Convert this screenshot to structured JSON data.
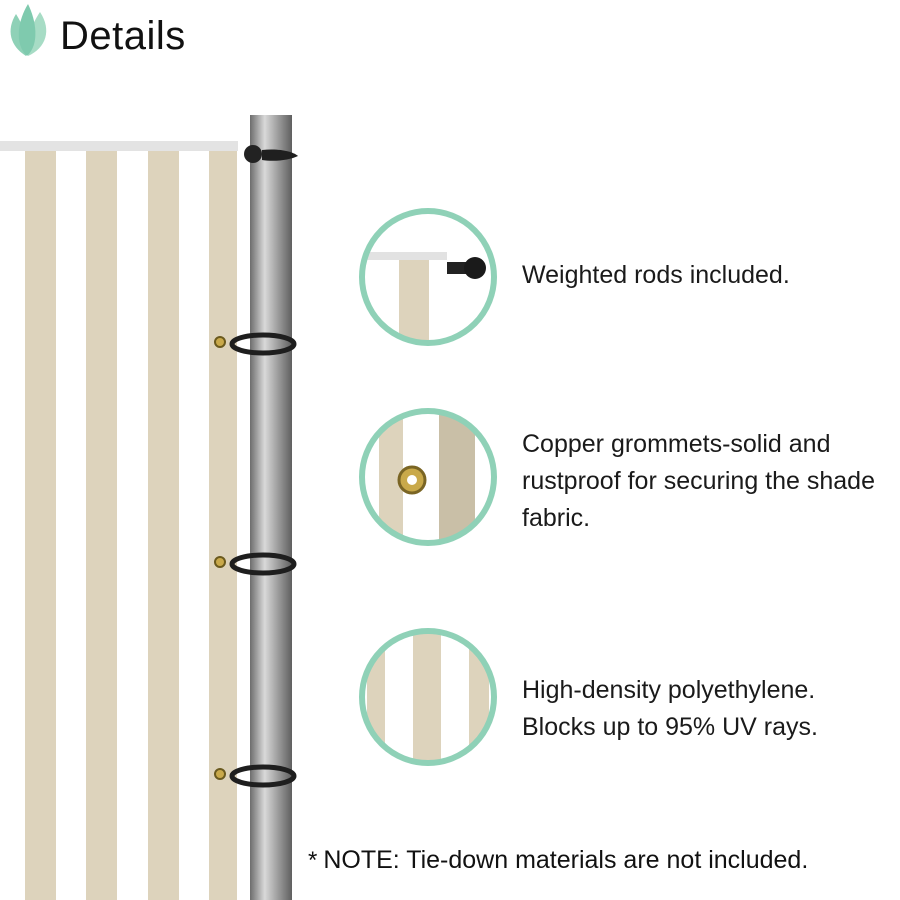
{
  "header": {
    "title": "Details",
    "logo_icon": "leaf-logo-icon"
  },
  "features": [
    {
      "icon": "rod-closeup-icon",
      "text": "Weighted rods included."
    },
    {
      "icon": "grommet-closeup-icon",
      "text": "Copper grommets-solid and rustproof for securing the shade fabric."
    },
    {
      "icon": "fabric-closeup-icon",
      "text": "High-density polyethylene. Blocks up to 95% UV rays."
    }
  ],
  "note": {
    "star": "*",
    "text": "NOTE: Tie-down materials are not included."
  },
  "colors": {
    "stripe": "#ddd3bc",
    "fabric_white": "#ffffff",
    "pole": "#9a9a9a",
    "ring": "#8fd1b7",
    "brass": "#c9a94a",
    "leaf": "#8fd1b7"
  }
}
